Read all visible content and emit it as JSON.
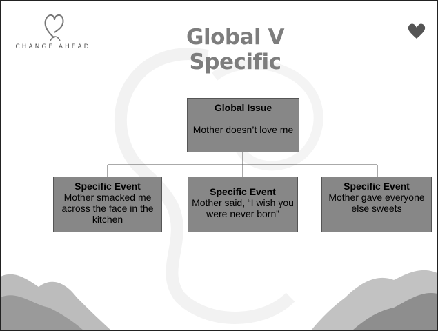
{
  "logo": {
    "text": "CHANGE AHEAD",
    "left_word": "CHANGE",
    "right_word": "AHEAD"
  },
  "title": "Global V Specific",
  "global_issue": {
    "heading": "Global Issue",
    "text": "Mother doesn’t love me"
  },
  "specific_events": [
    {
      "heading": "Specific Event",
      "text": "Mother smacked me across the face in the kitchen"
    },
    {
      "heading": "Specific Event",
      "text": "Mother said, “I wish you were never born”"
    },
    {
      "heading": "Specific Event",
      "text": "Mother gave everyone else sweets"
    }
  ],
  "colors": {
    "box_fill": "#878787",
    "title": "#7d7d7d",
    "heart": "#555555"
  },
  "icons": {
    "corner": "heart-icon",
    "logo": "heart-swirl-icon"
  }
}
